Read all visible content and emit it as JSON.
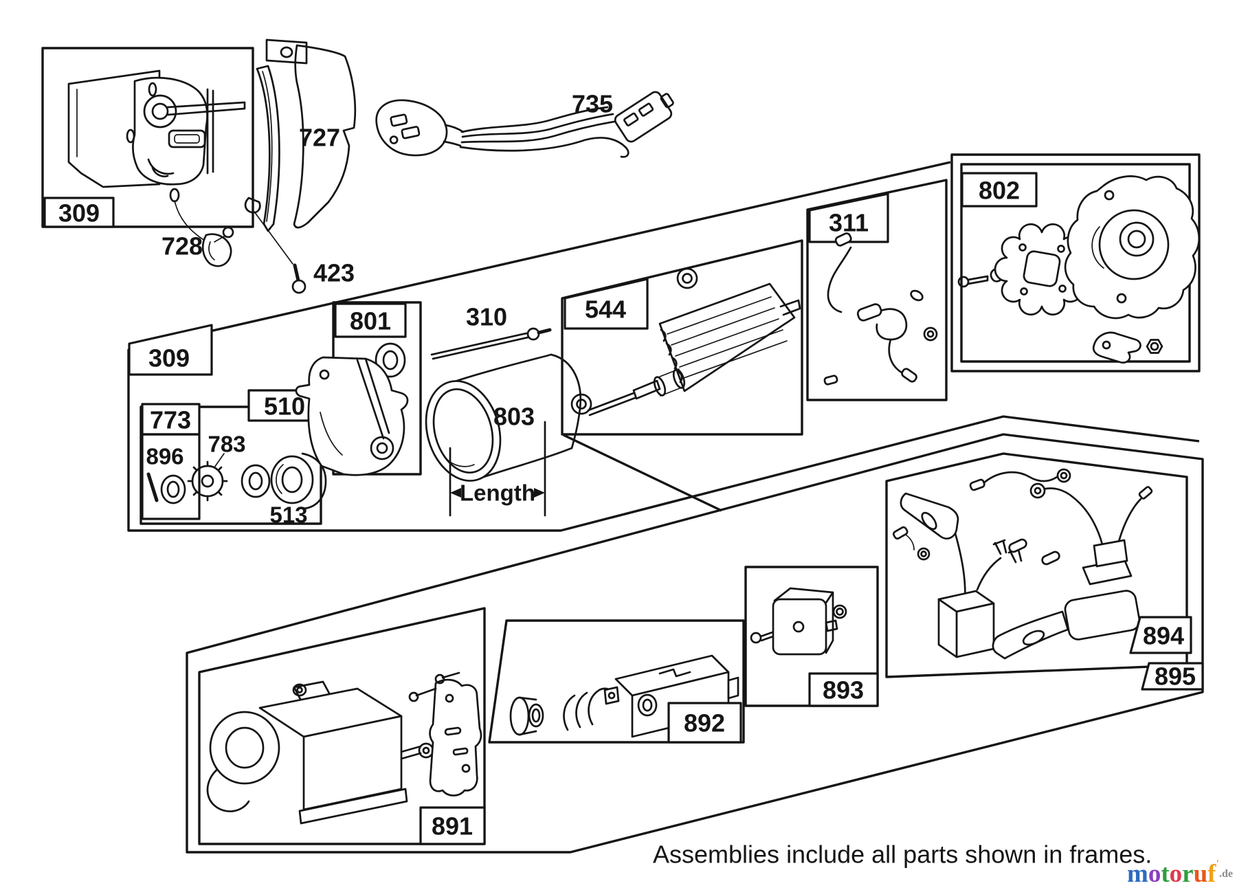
{
  "page": {
    "background": "#ffffff",
    "ink": "#151515"
  },
  "frames": {
    "bracket_309": {
      "label": "309"
    },
    "main_309": {
      "label": "309"
    },
    "drive_510": {
      "label": "510"
    },
    "retainer_773": {
      "label": "773"
    },
    "gearcase_801": {
      "label": "801"
    },
    "armature_544": {
      "label": "544"
    },
    "wires_311": {
      "label": "311"
    },
    "endcap_802": {
      "label": "802"
    },
    "motor_891": {
      "label": "891"
    },
    "drive_892": {
      "label": "892"
    },
    "switch_893": {
      "label": "893"
    },
    "harness_894": {
      "label": "894"
    },
    "assembly_895": {
      "label": "895"
    }
  },
  "parts": {
    "cover_727": {
      "label": "727"
    },
    "link_728": {
      "label": "728"
    },
    "bolt_423": {
      "label": "423"
    },
    "cord_735": {
      "label": "735"
    },
    "pin_896": {
      "label": "896"
    },
    "pinion_783": {
      "label": "783"
    },
    "retainer_513": {
      "label": "513"
    },
    "rod_310": {
      "label": "310"
    },
    "housing_803": {
      "label": "803"
    }
  },
  "annotations": {
    "length": "Length",
    "assemblies_note": "Assemblies include all parts shown in frames."
  },
  "watermark": {
    "letters": [
      {
        "ch": "m",
        "color": "#2e6bbf"
      },
      {
        "ch": "o",
        "color": "#8a3fbf"
      },
      {
        "ch": "t",
        "color": "#2f9e3f"
      },
      {
        "ch": "o",
        "color": "#e03a4e"
      },
      {
        "ch": "r",
        "color": "#2f9e3f"
      },
      {
        "ch": "u",
        "color": "#e8571d"
      },
      {
        "ch": "f",
        "color": "#f0a11a"
      }
    ],
    "mark": "'",
    "mark_color": "#f0a11a",
    "tld": ".de",
    "tld_color": "#8a8a8a"
  }
}
